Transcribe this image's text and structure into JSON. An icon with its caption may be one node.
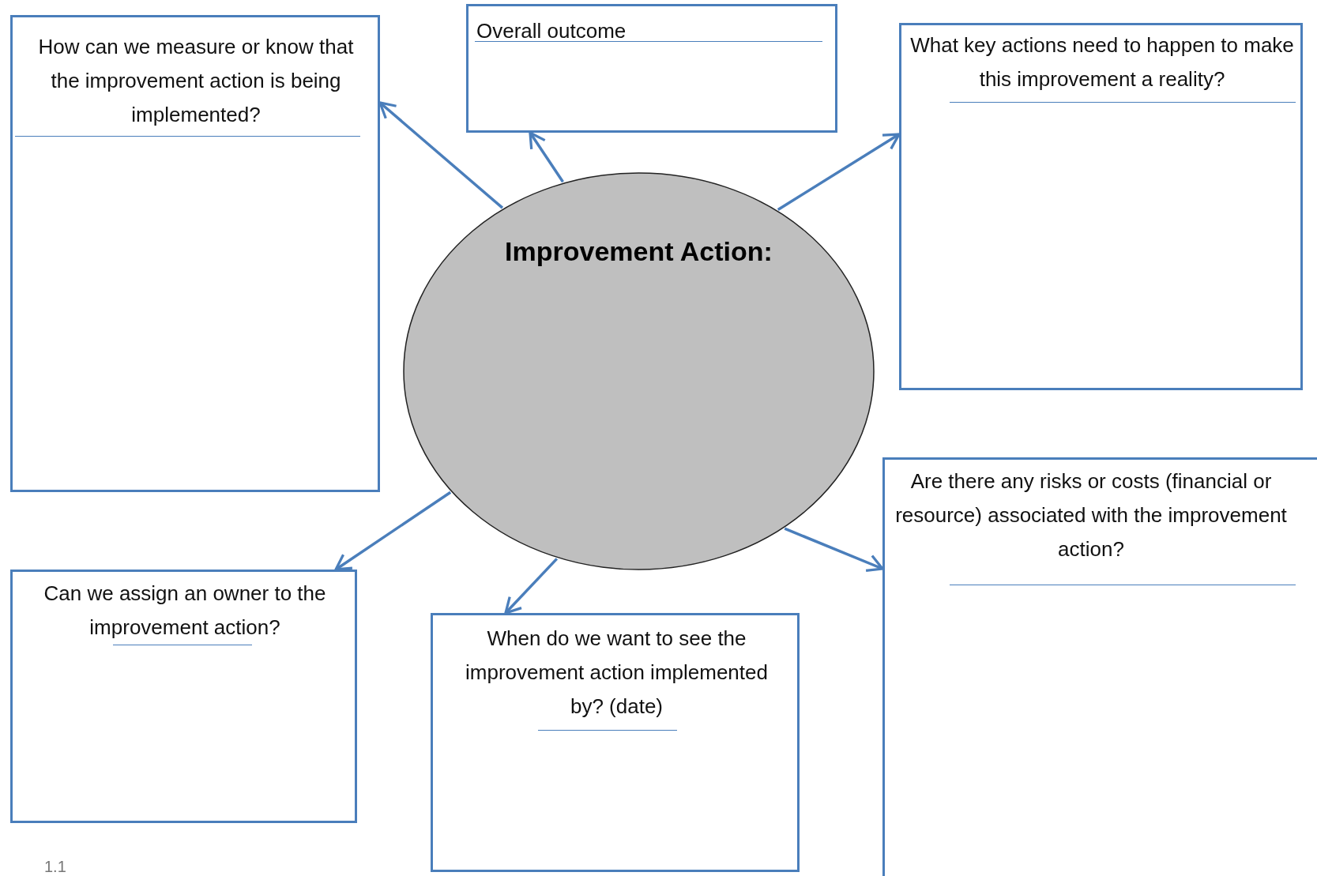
{
  "diagram": {
    "nodes": [
      {
        "text": [
          "Improvement Action:"
        ]
      },
      {
        "text": [
          "How can we measure or know that the improvement action is being implemented?"
        ]
      },
      {
        "text": [
          "Overall outcome"
        ]
      },
      {
        "text": [
          "What key actions need to happen to make this improvement a reality?"
        ]
      },
      {
        "text": [
          "Can we assign an owner to the improvement action?"
        ]
      },
      {
        "text": [
          "When do we want to see the improvement action implemented by? (date)"
        ]
      },
      {
        "text": [
          "Are there any risks or costs (financial or resource) associated with the improvement action?"
        ]
      }
    ],
    "edges": [
      {
        "from": 0,
        "to": 1,
        "arrow": "to"
      },
      {
        "from": 0,
        "to": 2,
        "arrow": "to"
      },
      {
        "from": 0,
        "to": 3,
        "arrow": "to"
      },
      {
        "from": 0,
        "to": 4,
        "arrow": "to"
      },
      {
        "from": 0,
        "to": 5,
        "arrow": "to"
      },
      {
        "from": 0,
        "to": 6,
        "arrow": "to"
      }
    ],
    "labels": [
      "1.1"
    ]
  }
}
